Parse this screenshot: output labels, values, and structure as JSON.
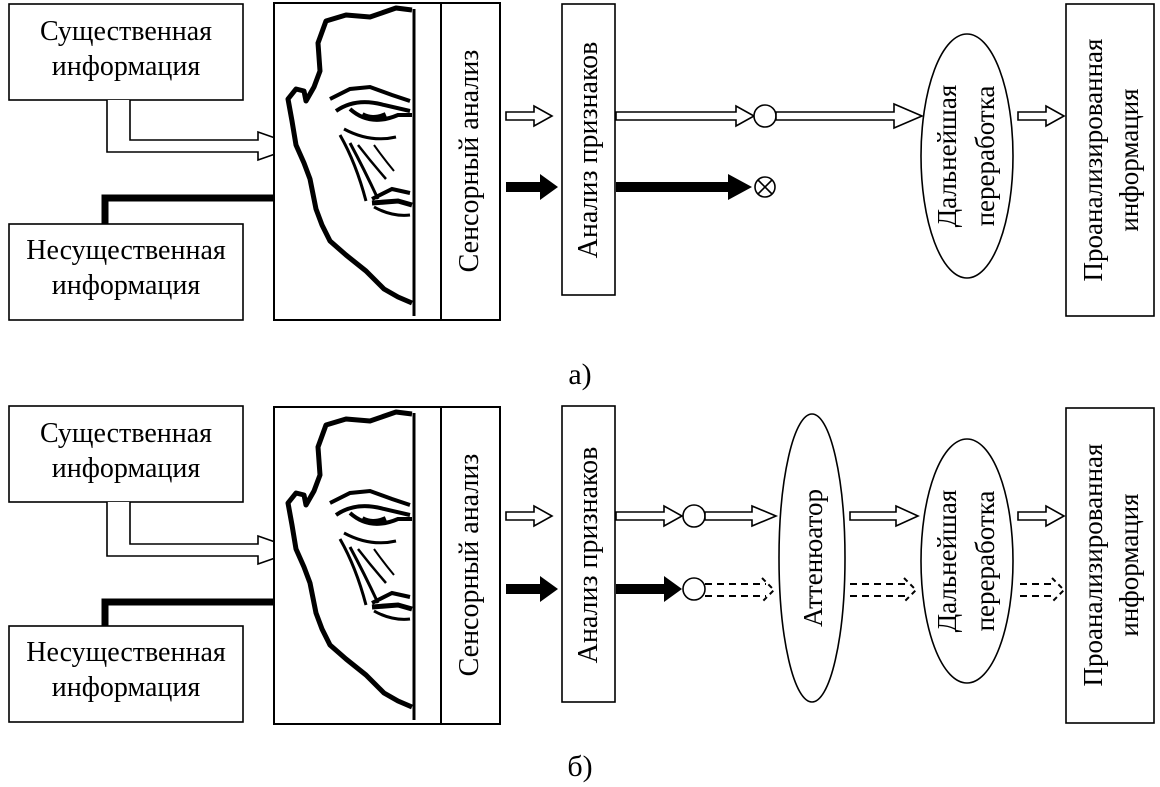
{
  "diagram_a": {
    "essential_label": [
      "Существенная",
      "информация"
    ],
    "nonessential_label": [
      "Несущественная",
      "информация"
    ],
    "sensory_label": "Сенсорный анализ",
    "features_label": "Анализ признаков",
    "processing_label": [
      "Дальнейшая",
      "переработка"
    ],
    "output_label": [
      "Проанализированная",
      "информация"
    ],
    "caption": "а)"
  },
  "diagram_b": {
    "essential_label": [
      "Существенная",
      "информация"
    ],
    "nonessential_label": [
      "Несущественная",
      "информация"
    ],
    "sensory_label": "Сенсорный анализ",
    "features_label": "Анализ признаков",
    "attenuator_label": "Аттенюатор",
    "processing_label": [
      "Дальнейшая",
      "переработка"
    ],
    "output_label": [
      "Проанализированная",
      "информация"
    ],
    "caption": "б)"
  },
  "icons": [
    "face-icon",
    "filter-node-icon",
    "blocked-node-icon"
  ]
}
